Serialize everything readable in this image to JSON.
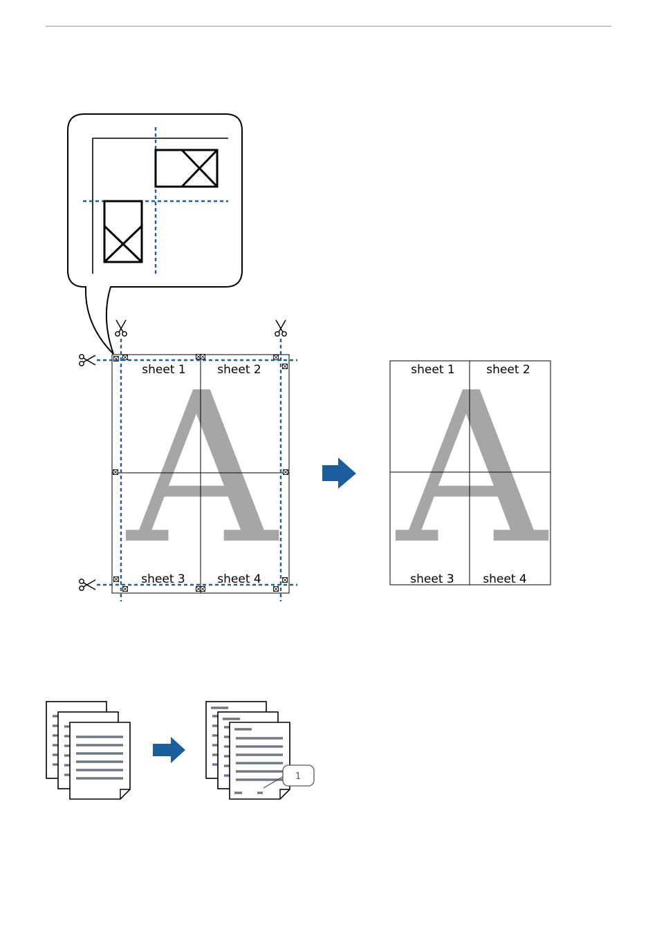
{
  "poster_diagram": {
    "sheet_labels": [
      "sheet 1",
      "sheet 2",
      "sheet 3",
      "sheet 4"
    ],
    "large_letter": "A",
    "cut_line_color": "#1a5e9c",
    "arrow_color": "#1a5e9c",
    "icons": [
      "scissors-icon",
      "right-arrow-icon",
      "crop-mark-icon"
    ]
  },
  "collate_diagram": {
    "callout_number": "1",
    "icons": [
      "document-stack-icon",
      "right-arrow-icon"
    ]
  }
}
